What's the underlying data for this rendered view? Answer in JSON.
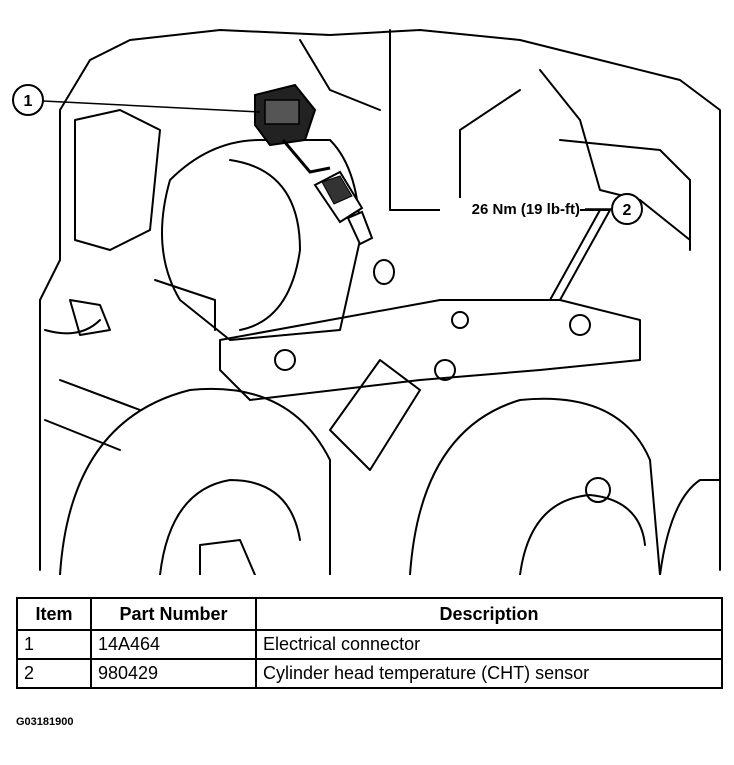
{
  "figure": {
    "callouts": [
      {
        "number": "1"
      },
      {
        "number": "2"
      }
    ],
    "torque_spec": "26 Nm (19 lb-ft)",
    "figure_id": "G03181900"
  },
  "table": {
    "headers": [
      "Item",
      "Part Number",
      "Description"
    ],
    "rows": [
      {
        "item": "1",
        "part_number": "14A464",
        "description": "Electrical connector"
      },
      {
        "item": "2",
        "part_number": "980429",
        "description": "Cylinder head temperature (CHT) sensor"
      }
    ]
  }
}
